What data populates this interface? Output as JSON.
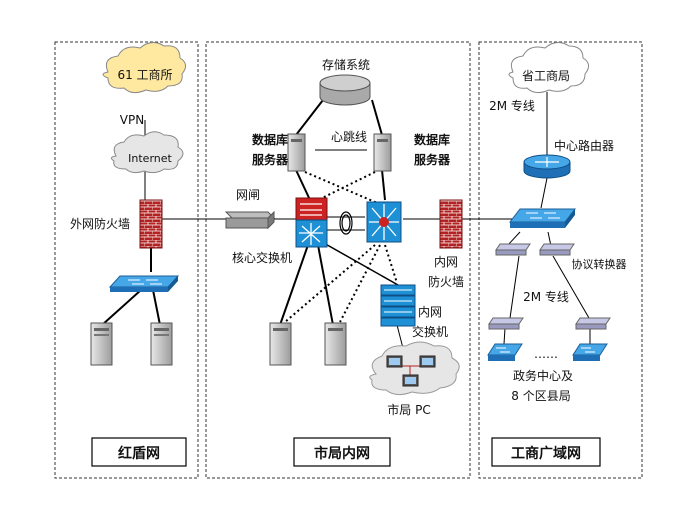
{
  "regions": {
    "left_title": "红盾网",
    "middle_title": "市局内网",
    "right_title": "工商广域网"
  },
  "left": {
    "cloud_61": "61 工商所",
    "vpn": "VPN",
    "internet": "Internet",
    "outer_firewall": "外网防火墙"
  },
  "middle": {
    "storage": "存储系统",
    "heartbeat": "心跳线",
    "db_server_left_1": "数据库",
    "db_server_left_2": "服务器",
    "db_server_right_1": "数据库",
    "db_server_right_2": "服务器",
    "gateway": "网闸",
    "core_switch": "核心交换机",
    "inner_firewall_1": "内网",
    "inner_firewall_2": "防火墙",
    "inner_switch_1": "内网",
    "inner_switch_2": "交换机",
    "city_pc": "市局 PC"
  },
  "right": {
    "province_bureau": "省工商局",
    "line_2m_top": "2M 专线",
    "central_router": "中心路由器",
    "protocol_converter": "协议转换器",
    "line_2m_bottom": "2M 专线",
    "gov_center_1": "政务中心及",
    "gov_center_2": "8 个区县局",
    "ellipsis": "……"
  },
  "colors": {
    "firewall": "#b22222",
    "switch": "#1e90ff",
    "server": "#c0c0c0",
    "core_red": "#cc2222",
    "cloud_yellow": "#ffe9a0",
    "cloud_gray": "#e6e6e6",
    "storage": "#b5b5b5"
  }
}
